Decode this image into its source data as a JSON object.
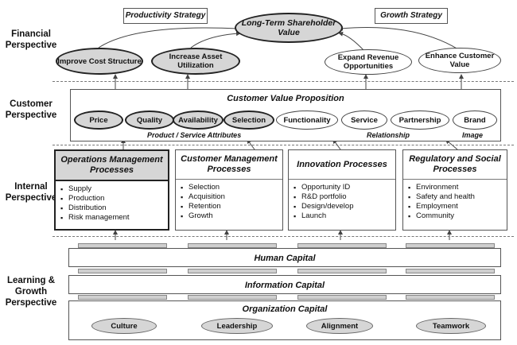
{
  "perspectives": {
    "financial": "Financial Perspective",
    "customer": "Customer Perspective",
    "internal": "Internal Perspective",
    "learning": "Learning & Growth Perspective"
  },
  "financial": {
    "productivity_strategy": "Productivity Strategy",
    "growth_strategy": "Growth Strategy",
    "long_term": "Long-Term Shareholder Value",
    "improve_cost": "Improve Cost Structure",
    "increase_asset": "Increase Asset Utilization",
    "expand_revenue": "Expand Revenue Opportunities",
    "enhance_value": "Enhance Customer Value"
  },
  "customer": {
    "title": "Customer Value Proposition",
    "items": [
      "Price",
      "Quality",
      "Availability",
      "Selection",
      "Functionality",
      "Service",
      "Partnership",
      "Brand"
    ],
    "attr_label": "Product / Service Attributes",
    "relationship_label": "Relationship",
    "image_label": "Image"
  },
  "internal": {
    "processes": [
      {
        "title": "Operations Management Processes",
        "items": [
          "Supply",
          "Production",
          "Distribution",
          "Risk management"
        ]
      },
      {
        "title": "Customer Management Processes",
        "items": [
          "Selection",
          "Acquisition",
          "Retention",
          "Growth"
        ]
      },
      {
        "title": "Innovation Processes",
        "items": [
          "Opportunity ID",
          "R&D portfolio",
          "Design/develop",
          "Launch"
        ]
      },
      {
        "title": "Regulatory and Social Processes",
        "items": [
          "Environment",
          "Safety and health",
          "Employment",
          "Community"
        ]
      }
    ]
  },
  "learning": {
    "human_capital": "Human Capital",
    "information_capital": "Information Capital",
    "organization_capital": "Organization Capital",
    "org_items": [
      "Culture",
      "Leadership",
      "Alignment",
      "Teamwork"
    ]
  }
}
